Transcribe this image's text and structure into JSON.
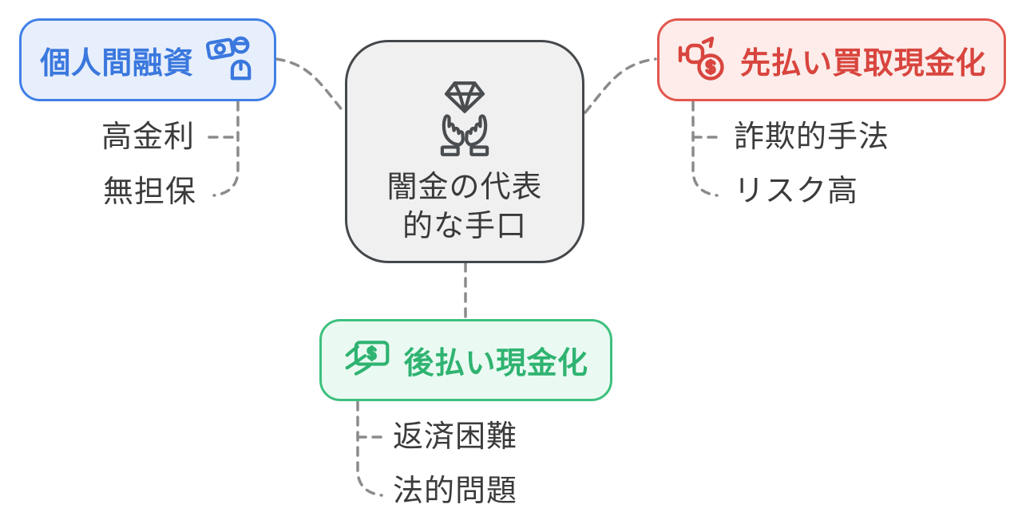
{
  "background": "#ffffff",
  "connector_color": "#8b8b8b",
  "center": {
    "lines": [
      "闇金の代表",
      "的な手口"
    ],
    "icon": "hands-holding-diamond-icon",
    "colors": {
      "border": "#45484b",
      "fill": "#f0f0f0",
      "text": "#3a3a3a"
    }
  },
  "branches": [
    {
      "label": "個人間融資",
      "icon": "wallet-person-icon",
      "colors": {
        "border": "#4080e6",
        "fill": "#e8effc",
        "text": "#3a78de"
      },
      "items": [
        "高金利",
        "無担保"
      ]
    },
    {
      "label": "先払い買取現金化",
      "icon": "hand-money-bag-icon",
      "colors": {
        "border": "#e2564e",
        "fill": "#fdecea",
        "text": "#d8453e"
      },
      "items": [
        "詐欺的手法",
        "リスク高"
      ]
    },
    {
      "label": "後払い現金化",
      "icon": "flying-banknote-icon",
      "colors": {
        "border": "#3ec07e",
        "fill": "#eafaf2",
        "text": "#2fb371"
      },
      "items": [
        "返済困難",
        "法的問題"
      ]
    }
  ],
  "item_text_color": "#3b3b3b"
}
